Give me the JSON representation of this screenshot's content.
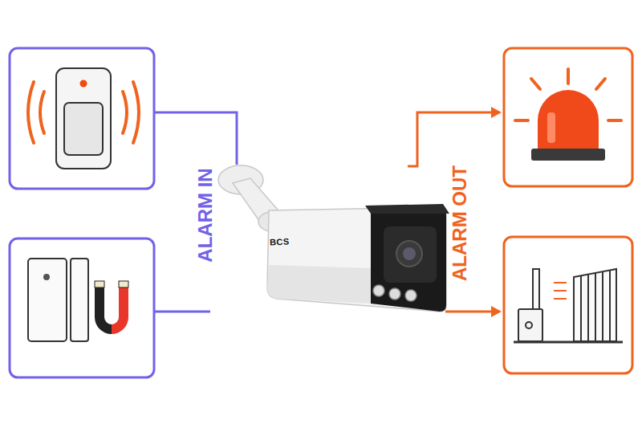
{
  "diagram": {
    "labels": [
      "ALARM IN",
      "ALARM OUT",
      "BCS"
    ]
  }
}
